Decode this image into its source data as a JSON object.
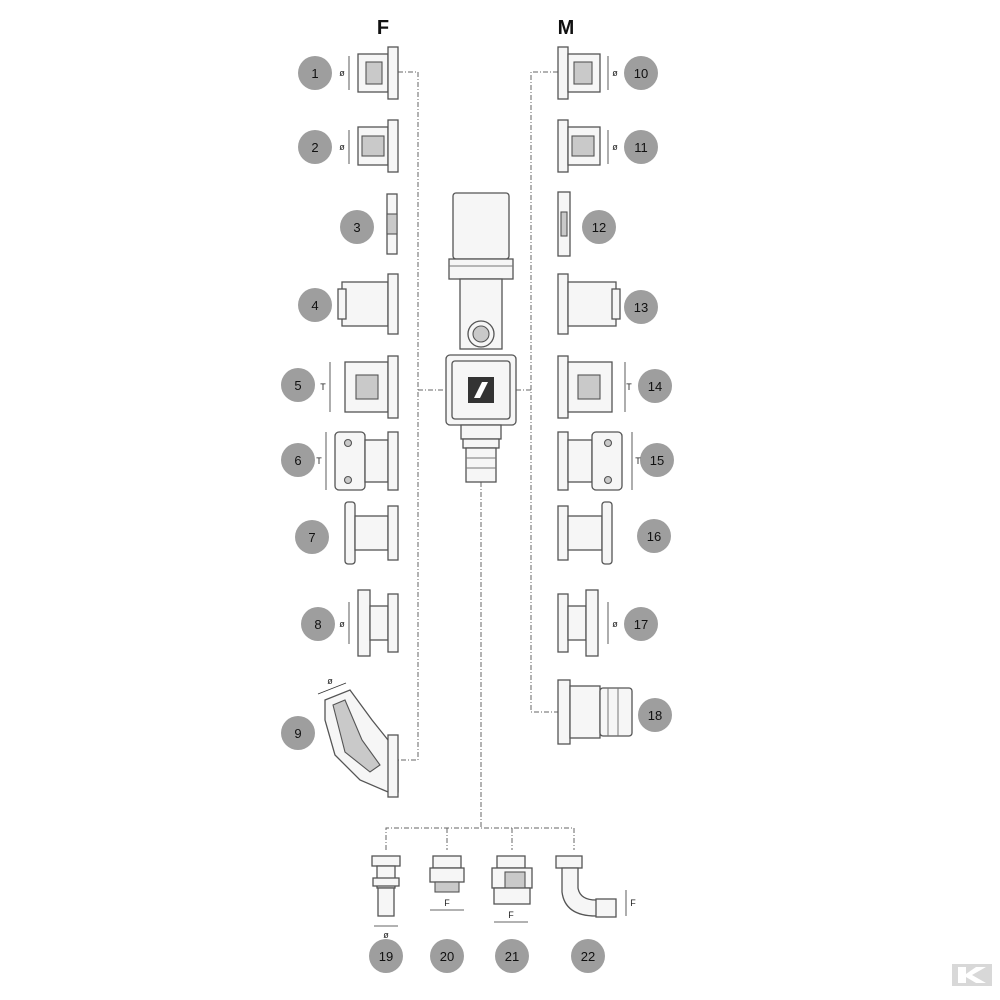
{
  "headers": {
    "female": "F",
    "male": "M"
  },
  "left_items": [
    {
      "number": "1",
      "dimension": "ø"
    },
    {
      "number": "2",
      "dimension": "ø"
    },
    {
      "number": "3",
      "dimension": ""
    },
    {
      "number": "4",
      "dimension": ""
    },
    {
      "number": "5",
      "dimension": "T"
    },
    {
      "number": "6",
      "dimension": "T"
    },
    {
      "number": "7",
      "dimension": ""
    },
    {
      "number": "8",
      "dimension": "ø"
    },
    {
      "number": "9",
      "dimension": "ø"
    }
  ],
  "right_items": [
    {
      "number": "10",
      "dimension": "ø"
    },
    {
      "number": "11",
      "dimension": "ø"
    },
    {
      "number": "12",
      "dimension": ""
    },
    {
      "number": "13",
      "dimension": ""
    },
    {
      "number": "14",
      "dimension": "T"
    },
    {
      "number": "15",
      "dimension": "T"
    },
    {
      "number": "16",
      "dimension": ""
    },
    {
      "number": "17",
      "dimension": "ø"
    },
    {
      "number": "18",
      "dimension": ""
    }
  ],
  "bottom_items": [
    {
      "number": "19",
      "dimension": "ø"
    },
    {
      "number": "20",
      "dimension": "F"
    },
    {
      "number": "21",
      "dimension": "F"
    },
    {
      "number": "22",
      "dimension": "F"
    }
  ],
  "colors": {
    "bubble": "#9e9e9e",
    "line": "#666666",
    "part": "#f6f6f6",
    "outline": "#555555",
    "logo": "#d8d8d8"
  }
}
